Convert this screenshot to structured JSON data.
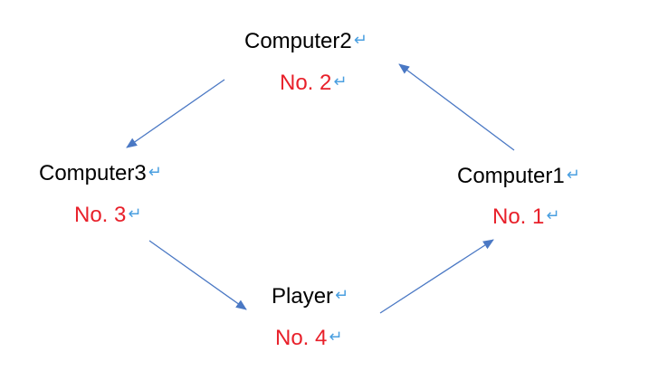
{
  "colors": {
    "name_text": "#000000",
    "rank_text": "#e8202a",
    "return_mark": "#4a9fe0",
    "arrow": "#4a78c4"
  },
  "return_mark_glyph": "↵",
  "nodes": {
    "computer2": {
      "name": "Computer2",
      "rank": "No. 2"
    },
    "computer3": {
      "name": "Computer3",
      "rank": "No. 3"
    },
    "computer1": {
      "name": "Computer1",
      "rank": "No. 1"
    },
    "player": {
      "name": "Player",
      "rank": "No. 4"
    }
  },
  "edges": [
    {
      "from": "computer2",
      "to": "computer3"
    },
    {
      "from": "computer3",
      "to": "player"
    },
    {
      "from": "player",
      "to": "computer1"
    },
    {
      "from": "computer1",
      "to": "computer2"
    }
  ]
}
